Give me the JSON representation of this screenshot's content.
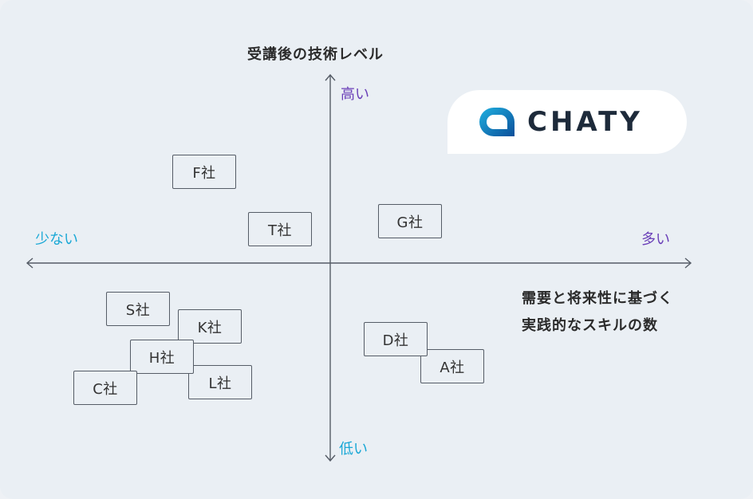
{
  "diagram": {
    "vertical_axis_title": "受講後の技術レベル",
    "horizontal_axis_title": "需要と将来性に基づく\n実践的なスキルの数",
    "vertical_high_label": "高い",
    "vertical_low_label": "低い",
    "horizontal_low_label": "少ない",
    "horizontal_high_label": "多い",
    "colors": {
      "high_label": "#6a3fb8",
      "low_label": "#1aa8d6",
      "axis": "#555c66",
      "box_border": "#555c66",
      "logo_accent": "#0b63a8"
    },
    "companies": [
      {
        "id": "F",
        "label": "F社"
      },
      {
        "id": "T",
        "label": "T社"
      },
      {
        "id": "G",
        "label": "G社"
      },
      {
        "id": "S",
        "label": "S社"
      },
      {
        "id": "K",
        "label": "K社"
      },
      {
        "id": "H",
        "label": "H社"
      },
      {
        "id": "L",
        "label": "L社"
      },
      {
        "id": "C",
        "label": "C社"
      },
      {
        "id": "D",
        "label": "D社"
      },
      {
        "id": "A",
        "label": "A社"
      }
    ]
  },
  "logo": {
    "text": "CHATY",
    "icon": "chaty-logo-icon"
  }
}
